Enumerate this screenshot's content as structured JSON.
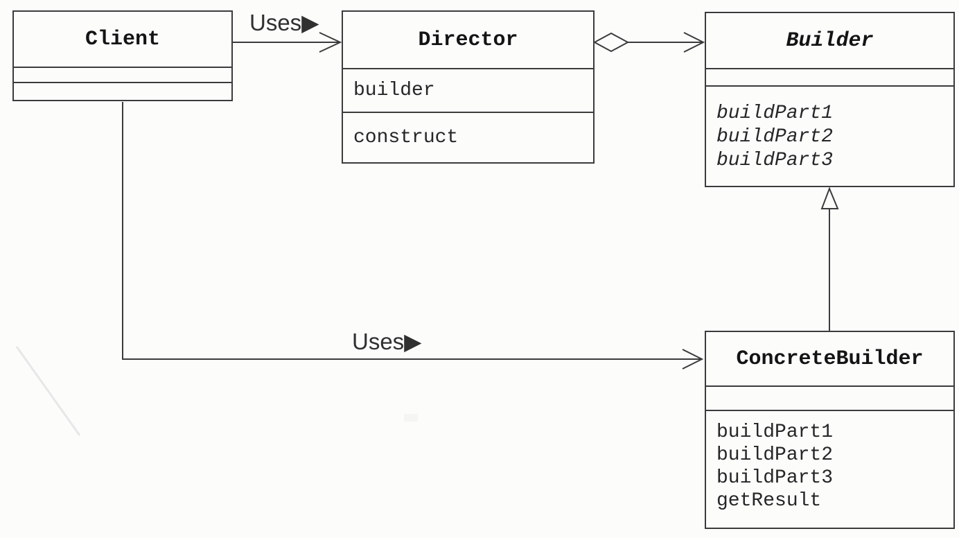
{
  "diagram": {
    "kind": "uml-class-diagram",
    "pattern": "Builder",
    "classes": [
      {
        "name": "Client",
        "abstract": false,
        "attributes": [],
        "methods": []
      },
      {
        "name": "Director",
        "abstract": false,
        "attributes": [
          "builder"
        ],
        "methods": [
          "construct"
        ]
      },
      {
        "name": "Builder",
        "abstract": true,
        "attributes": [],
        "methods": [
          "buildPart1",
          "buildPart2",
          "buildPart3"
        ]
      },
      {
        "name": "ConcreteBuilder",
        "abstract": false,
        "attributes": [],
        "methods": [
          "buildPart1",
          "buildPart2",
          "buildPart3",
          "getResult"
        ]
      }
    ],
    "relations": [
      {
        "from": "Client",
        "to": "Director",
        "type": "dependency",
        "label": "Uses▶"
      },
      {
        "from": "Director",
        "to": "Builder",
        "type": "aggregation",
        "label": ""
      },
      {
        "from": "ConcreteBuilder",
        "to": "Builder",
        "type": "generalization",
        "label": ""
      },
      {
        "from": "Client",
        "to": "ConcreteBuilder",
        "type": "dependency",
        "label": "Uses▶"
      }
    ],
    "colors": {
      "line": "#3b3b3b",
      "text": "#1e1e1e",
      "background": "#fcfcfb"
    }
  }
}
